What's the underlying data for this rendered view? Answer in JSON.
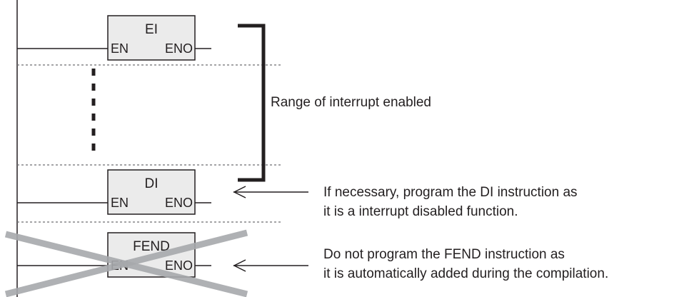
{
  "blocks": [
    {
      "title": "EI",
      "pin_in": "EN",
      "pin_out": "ENO"
    },
    {
      "title": "DI",
      "pin_in": "EN",
      "pin_out": "ENO"
    },
    {
      "title": "FEND",
      "pin_in": "EN",
      "pin_out": "ENO"
    }
  ],
  "range_label": "Range of interrupt enabled",
  "notes": {
    "di": {
      "line1": "If necessary, program the DI instruction as",
      "line2": "it is a interrupt disabled function."
    },
    "fend": {
      "line1": "Do not program the FEND instruction as",
      "line2": "it is automatically added during the compilation."
    }
  },
  "colors": {
    "line": "#231f20",
    "box_fill": "#ebebeb",
    "cross": "#a7a9ac",
    "dash": "#6d6e71"
  }
}
